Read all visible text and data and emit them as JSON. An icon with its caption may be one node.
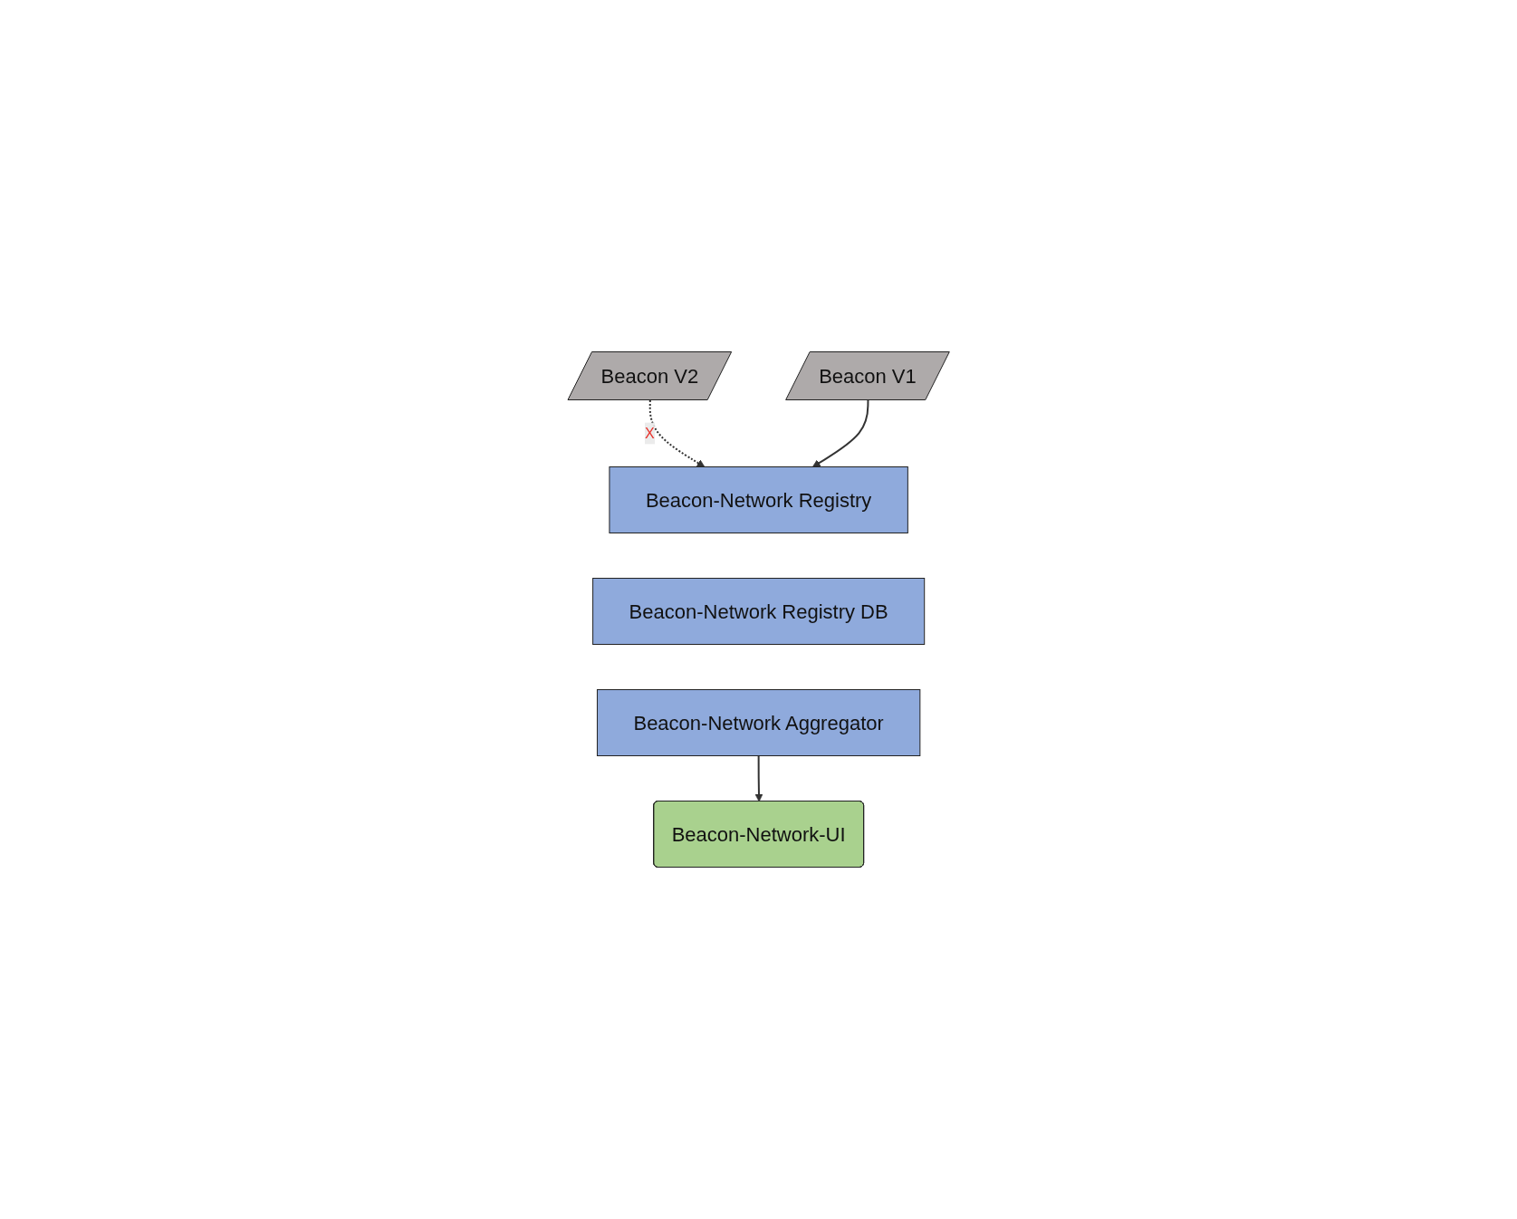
{
  "diagram": {
    "nodes": [
      {
        "text": [
          "Beacon V2"
        ]
      },
      {
        "text": [
          "Beacon V1"
        ]
      },
      {
        "text": [
          "Beacon-Network Registry"
        ]
      },
      {
        "text": [
          "Beacon-Network Registry DB"
        ]
      },
      {
        "text": [
          "Beacon-Network Aggregator"
        ]
      },
      {
        "text": [
          "Beacon-Network-UI"
        ]
      }
    ],
    "edges": [
      {
        "from": 0,
        "to": 2,
        "arrow": "to",
        "style": "dashed",
        "label": "X"
      },
      {
        "from": 1,
        "to": 2,
        "arrow": "to"
      },
      {
        "from": 4,
        "to": 5,
        "arrow": "to"
      }
    ]
  }
}
